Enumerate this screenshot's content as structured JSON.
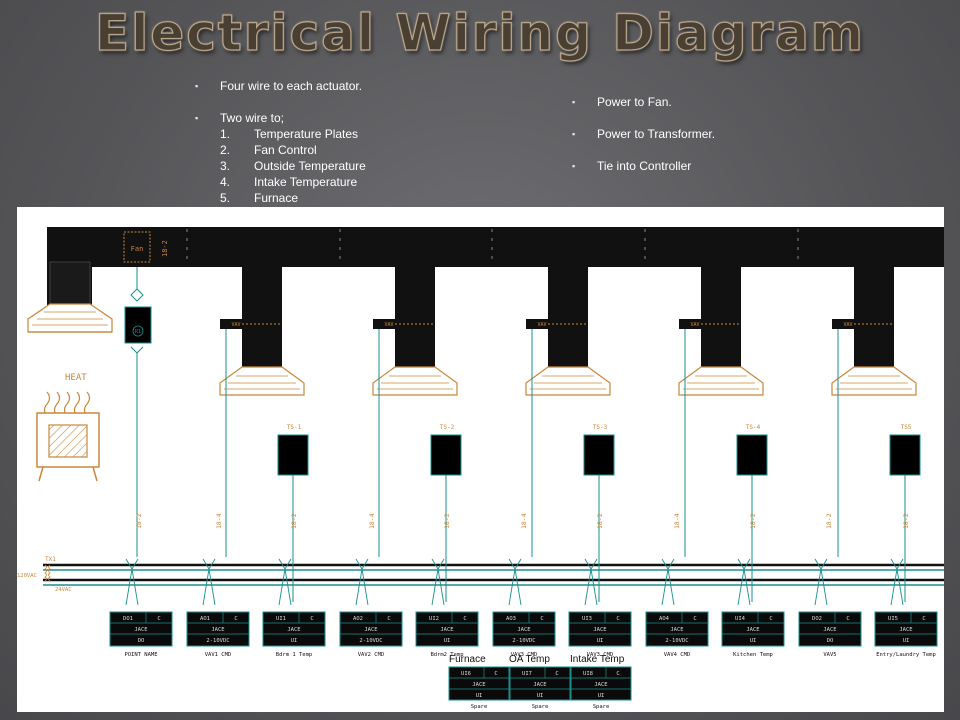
{
  "title": "Electrical Wiring Diagram",
  "left_notes": {
    "bullet1": "Four wire to each actuator.",
    "bullet2": "Two wire to;",
    "items": [
      {
        "num": "1.",
        "text": "Temperature  Plates"
      },
      {
        "num": "2.",
        "text": "Fan Control"
      },
      {
        "num": "3.",
        "text": "Outside Temperature"
      },
      {
        "num": "4.",
        "text": "Intake Temperature"
      },
      {
        "num": "5.",
        "text": "Furnace"
      }
    ]
  },
  "right_notes": [
    "Power to Fan.",
    "Power to Transformer.",
    "Tie into Controller"
  ],
  "diagram": {
    "fan_label": "Fan",
    "relay_label": "R1",
    "heat_label": "HEAT",
    "transformer_label": "TX1",
    "voltage_in": "120VAC",
    "voltage_out": "24VAC",
    "vav_tag": "VAV",
    "thermostats": [
      "TS-1",
      "TS-2",
      "TS-3",
      "TS-4",
      "TS5"
    ],
    "wire_tags": [
      "18-2",
      "18-2",
      "18-4",
      "18-2",
      "18-4",
      "18-2",
      "18-4",
      "18-2",
      "18-4",
      "18-2",
      "18-2",
      "18-2"
    ],
    "controllers": [
      {
        "pt": "DO1",
        "c": "C",
        "mod": "JACE",
        "type": "DO",
        "name": "POINT NAME"
      },
      {
        "pt": "AO1",
        "c": "C",
        "mod": "JACE",
        "type": "2-10VDC",
        "name": "VAV1 CMD"
      },
      {
        "pt": "UI1",
        "c": "C",
        "mod": "JACE",
        "type": "UI",
        "name": "Bdrm 1 Temp"
      },
      {
        "pt": "AO2",
        "c": "C",
        "mod": "JACE",
        "type": "2-10VDC",
        "name": "VAV2 CMD"
      },
      {
        "pt": "UI2",
        "c": "C",
        "mod": "JACE",
        "type": "UI",
        "name": "Bdrm2 Temp"
      },
      {
        "pt": "AO3",
        "c": "C",
        "mod": "JACE",
        "type": "2-10VDC",
        "name": "VAV3 CMD"
      },
      {
        "pt": "UI3",
        "c": "C",
        "mod": "JACE",
        "type": "UI",
        "name": "VAV3 CMD"
      },
      {
        "pt": "AO4",
        "c": "C",
        "mod": "JACE",
        "type": "2-10VDC",
        "name": "VAV4 CMD"
      },
      {
        "pt": "UI4",
        "c": "C",
        "mod": "JACE",
        "type": "UI",
        "name": "Kitchen Temp"
      },
      {
        "pt": "DO2",
        "c": "C",
        "mod": "JACE",
        "type": "DO",
        "name": "VAV5"
      },
      {
        "pt": "UI5",
        "c": "C",
        "mod": "JACE",
        "type": "UI",
        "name": "Entry/Laundry Temp"
      }
    ],
    "spare_labels": [
      "Furnace",
      "OA Temp",
      "Intake Temp"
    ],
    "spares": [
      {
        "pt": "UI6",
        "c": "C",
        "mod": "JACE",
        "type": "UI",
        "name": "Spare"
      },
      {
        "pt": "UI7",
        "c": "C",
        "mod": "JACE",
        "type": "UI",
        "name": "Spare"
      },
      {
        "pt": "UI8",
        "c": "C",
        "mod": "JACE",
        "type": "UI",
        "name": "Spare"
      }
    ]
  }
}
